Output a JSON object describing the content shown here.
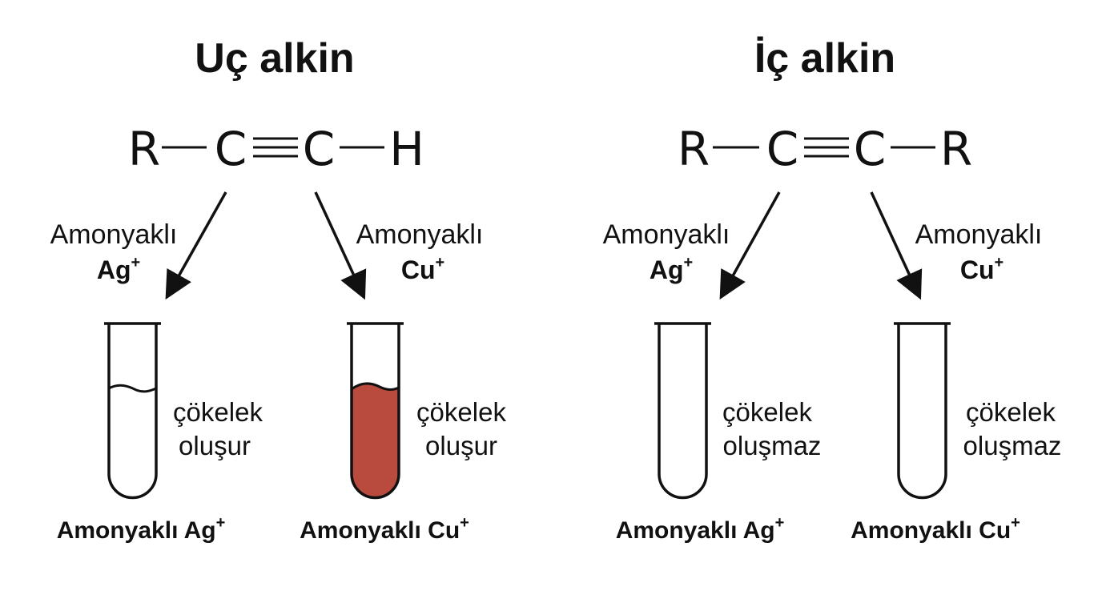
{
  "diagram": {
    "panels": [
      {
        "title": "Uç alkin",
        "formula": {
          "left": "R",
          "c1": "C",
          "c2": "C",
          "right": "H"
        },
        "branches": [
          {
            "reagent_line1": "Amonyaklı",
            "reagent_ion": "Ag",
            "reagent_charge": "+",
            "result_line1": "çökelek",
            "result_line2": "oluşur",
            "caption": "Amonyaklı Ag",
            "caption_charge": "+",
            "liquid": "clear"
          },
          {
            "reagent_line1": "Amonyaklı",
            "reagent_ion": "Cu",
            "reagent_charge": "+",
            "result_line1": "çökelek",
            "result_line2": "oluşur",
            "caption": "Amonyaklı Cu",
            "caption_charge": "+",
            "liquid": "red"
          }
        ]
      },
      {
        "title": "İç alkin",
        "formula": {
          "left": "R",
          "c1": "C",
          "c2": "C",
          "right": "R"
        },
        "branches": [
          {
            "reagent_line1": "Amonyaklı",
            "reagent_ion": "Ag",
            "reagent_charge": "+",
            "result_line1": "çökelek",
            "result_line2": "oluşmaz",
            "caption": "Amonyaklı Ag",
            "caption_charge": "+",
            "liquid": "none"
          },
          {
            "reagent_line1": "Amonyaklı",
            "reagent_ion": "Cu",
            "reagent_charge": "+",
            "result_line1": "çökelek",
            "result_line2": "oluşmaz",
            "caption": "Amonyaklı Cu",
            "caption_charge": "+",
            "liquid": "none"
          }
        ]
      }
    ],
    "colors": {
      "ink": "#111111",
      "precipitate_red": "#b94a3e",
      "background": "#ffffff"
    }
  }
}
